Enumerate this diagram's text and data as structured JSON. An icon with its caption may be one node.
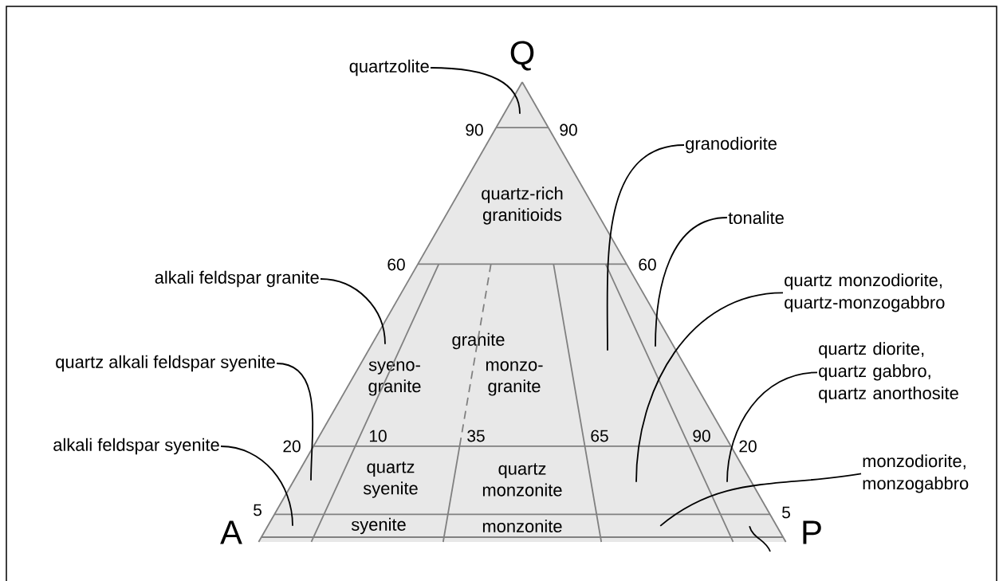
{
  "diagram": {
    "nodes": [
      {
        "text": [],
        "shape": "triangle"
      },
      {
        "text": [
          "quartz-rich granitioids"
        ]
      },
      {
        "text": [],
        "shape": "trapezoid"
      },
      {
        "text": [
          "granite",
          "syeno- granite",
          "monzo- granite"
        ]
      },
      {
        "text": [],
        "shape": "trapezoid"
      },
      {
        "text": [],
        "shape": "trapezoid"
      },
      {
        "text": [],
        "shape": "trapezoid"
      },
      {
        "text": [
          "quartz syenite"
        ]
      },
      {
        "text": [
          "quartz monzonite"
        ]
      },
      {
        "text": [],
        "shape": "trapezoid"
      },
      {
        "text": [],
        "shape": "trapezoid"
      },
      {
        "text": [],
        "shape": "trapezoid"
      },
      {
        "text": [
          "syenite"
        ]
      },
      {
        "text": [
          "monzonite"
        ]
      },
      {
        "text": [],
        "shape": "trapezoid"
      },
      {
        "text": [],
        "shape": "trapezoid"
      },
      {
        "text": [
          "quartzolite"
        ]
      },
      {
        "text": [
          "granodiorite"
        ]
      },
      {
        "text": [
          "tonalite"
        ]
      },
      {
        "text": [
          "alkali feldspar granite"
        ]
      },
      {
        "text": [
          "quartz monzodiorite, quartz-monzogabbro"
        ]
      },
      {
        "text": [
          "quartz alkali feldspar syenite"
        ]
      },
      {
        "text": [
          "quartz diorite, quartz gabbro, quartz anorthosite"
        ]
      },
      {
        "text": [
          "alkali feldspar syenite"
        ]
      },
      {
        "text": [
          "monzodiorite, monzogabbro"
        ]
      }
    ],
    "edges": [
      {
        "from": 16,
        "to": 0,
        "arrow": "none"
      },
      {
        "from": 17,
        "to": 4,
        "arrow": "none"
      },
      {
        "from": 18,
        "to": 5,
        "arrow": "none"
      },
      {
        "from": 19,
        "to": 2,
        "arrow": "none"
      },
      {
        "from": 20,
        "to": 9,
        "arrow": "none"
      },
      {
        "from": 21,
        "to": 6,
        "arrow": "none"
      },
      {
        "from": 22,
        "to": 10,
        "arrow": "none"
      },
      {
        "from": 23,
        "to": 11,
        "arrow": "none"
      },
      {
        "from": 24,
        "to": 14,
        "arrow": "none"
      },
      {
        "from": null,
        "to": 15,
        "arrow": "none"
      }
    ],
    "labels": [
      "Q",
      "90",
      "90",
      "60",
      "60",
      "10",
      "35",
      "65",
      "90",
      "20",
      "20",
      "5",
      "5",
      "A",
      "P"
    ]
  }
}
